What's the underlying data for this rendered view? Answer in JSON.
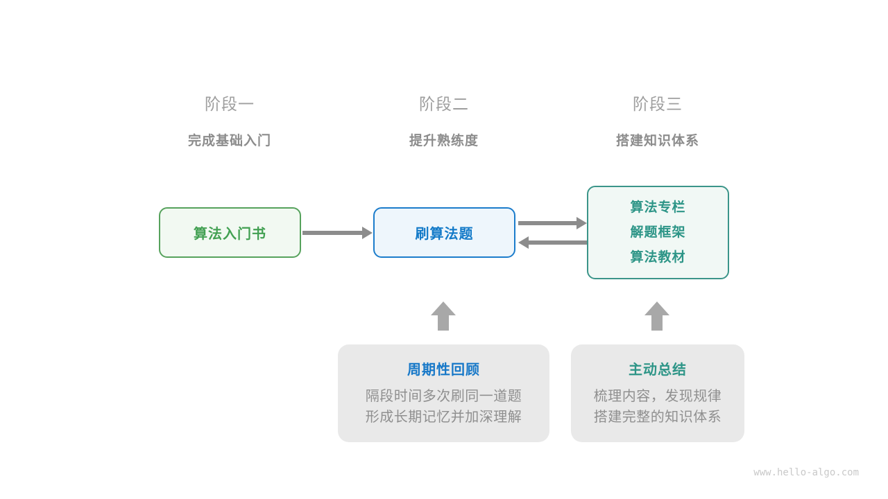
{
  "palette": {
    "green_border": "#56a25c",
    "green_text": "#42a052",
    "green_bg": "#f2f9f2",
    "blue_border": "#1b7ccb",
    "blue_text": "#137ac8",
    "blue_bg": "#eef6fc",
    "teal_border": "#3b9589",
    "teal_text": "#2d9587",
    "teal_bg": "#f1f8f5",
    "connector_gray": "#8c8c8c",
    "up_arrow_gray": "#a8a8a8",
    "note_bg": "#e9e9e9",
    "note_body_text": "#8f8f8f",
    "stage_title_gray": "#9e9e9e",
    "stage_subtitle_gray": "#8c8c8c"
  },
  "stages": [
    {
      "title": "阶段一",
      "subtitle": "完成基础入门"
    },
    {
      "title": "阶段二",
      "subtitle": "提升熟练度"
    },
    {
      "title": "阶段三",
      "subtitle": "搭建知识体系"
    }
  ],
  "nodes": {
    "intro_book": {
      "label": "算法入门书"
    },
    "practice": {
      "label": "刷算法题"
    },
    "resources": {
      "lines": [
        "算法专栏",
        "解题框架",
        "算法教材"
      ]
    }
  },
  "notes": [
    {
      "title": "周期性回顾",
      "body_lines": [
        "隔段时间多次刷同一道题",
        "形成长期记忆并加深理解"
      ]
    },
    {
      "title": "主动总结",
      "body_lines": [
        "梳理内容，发现规律",
        "搭建完整的知识体系"
      ]
    }
  ],
  "watermark": "www.hello-algo.com"
}
